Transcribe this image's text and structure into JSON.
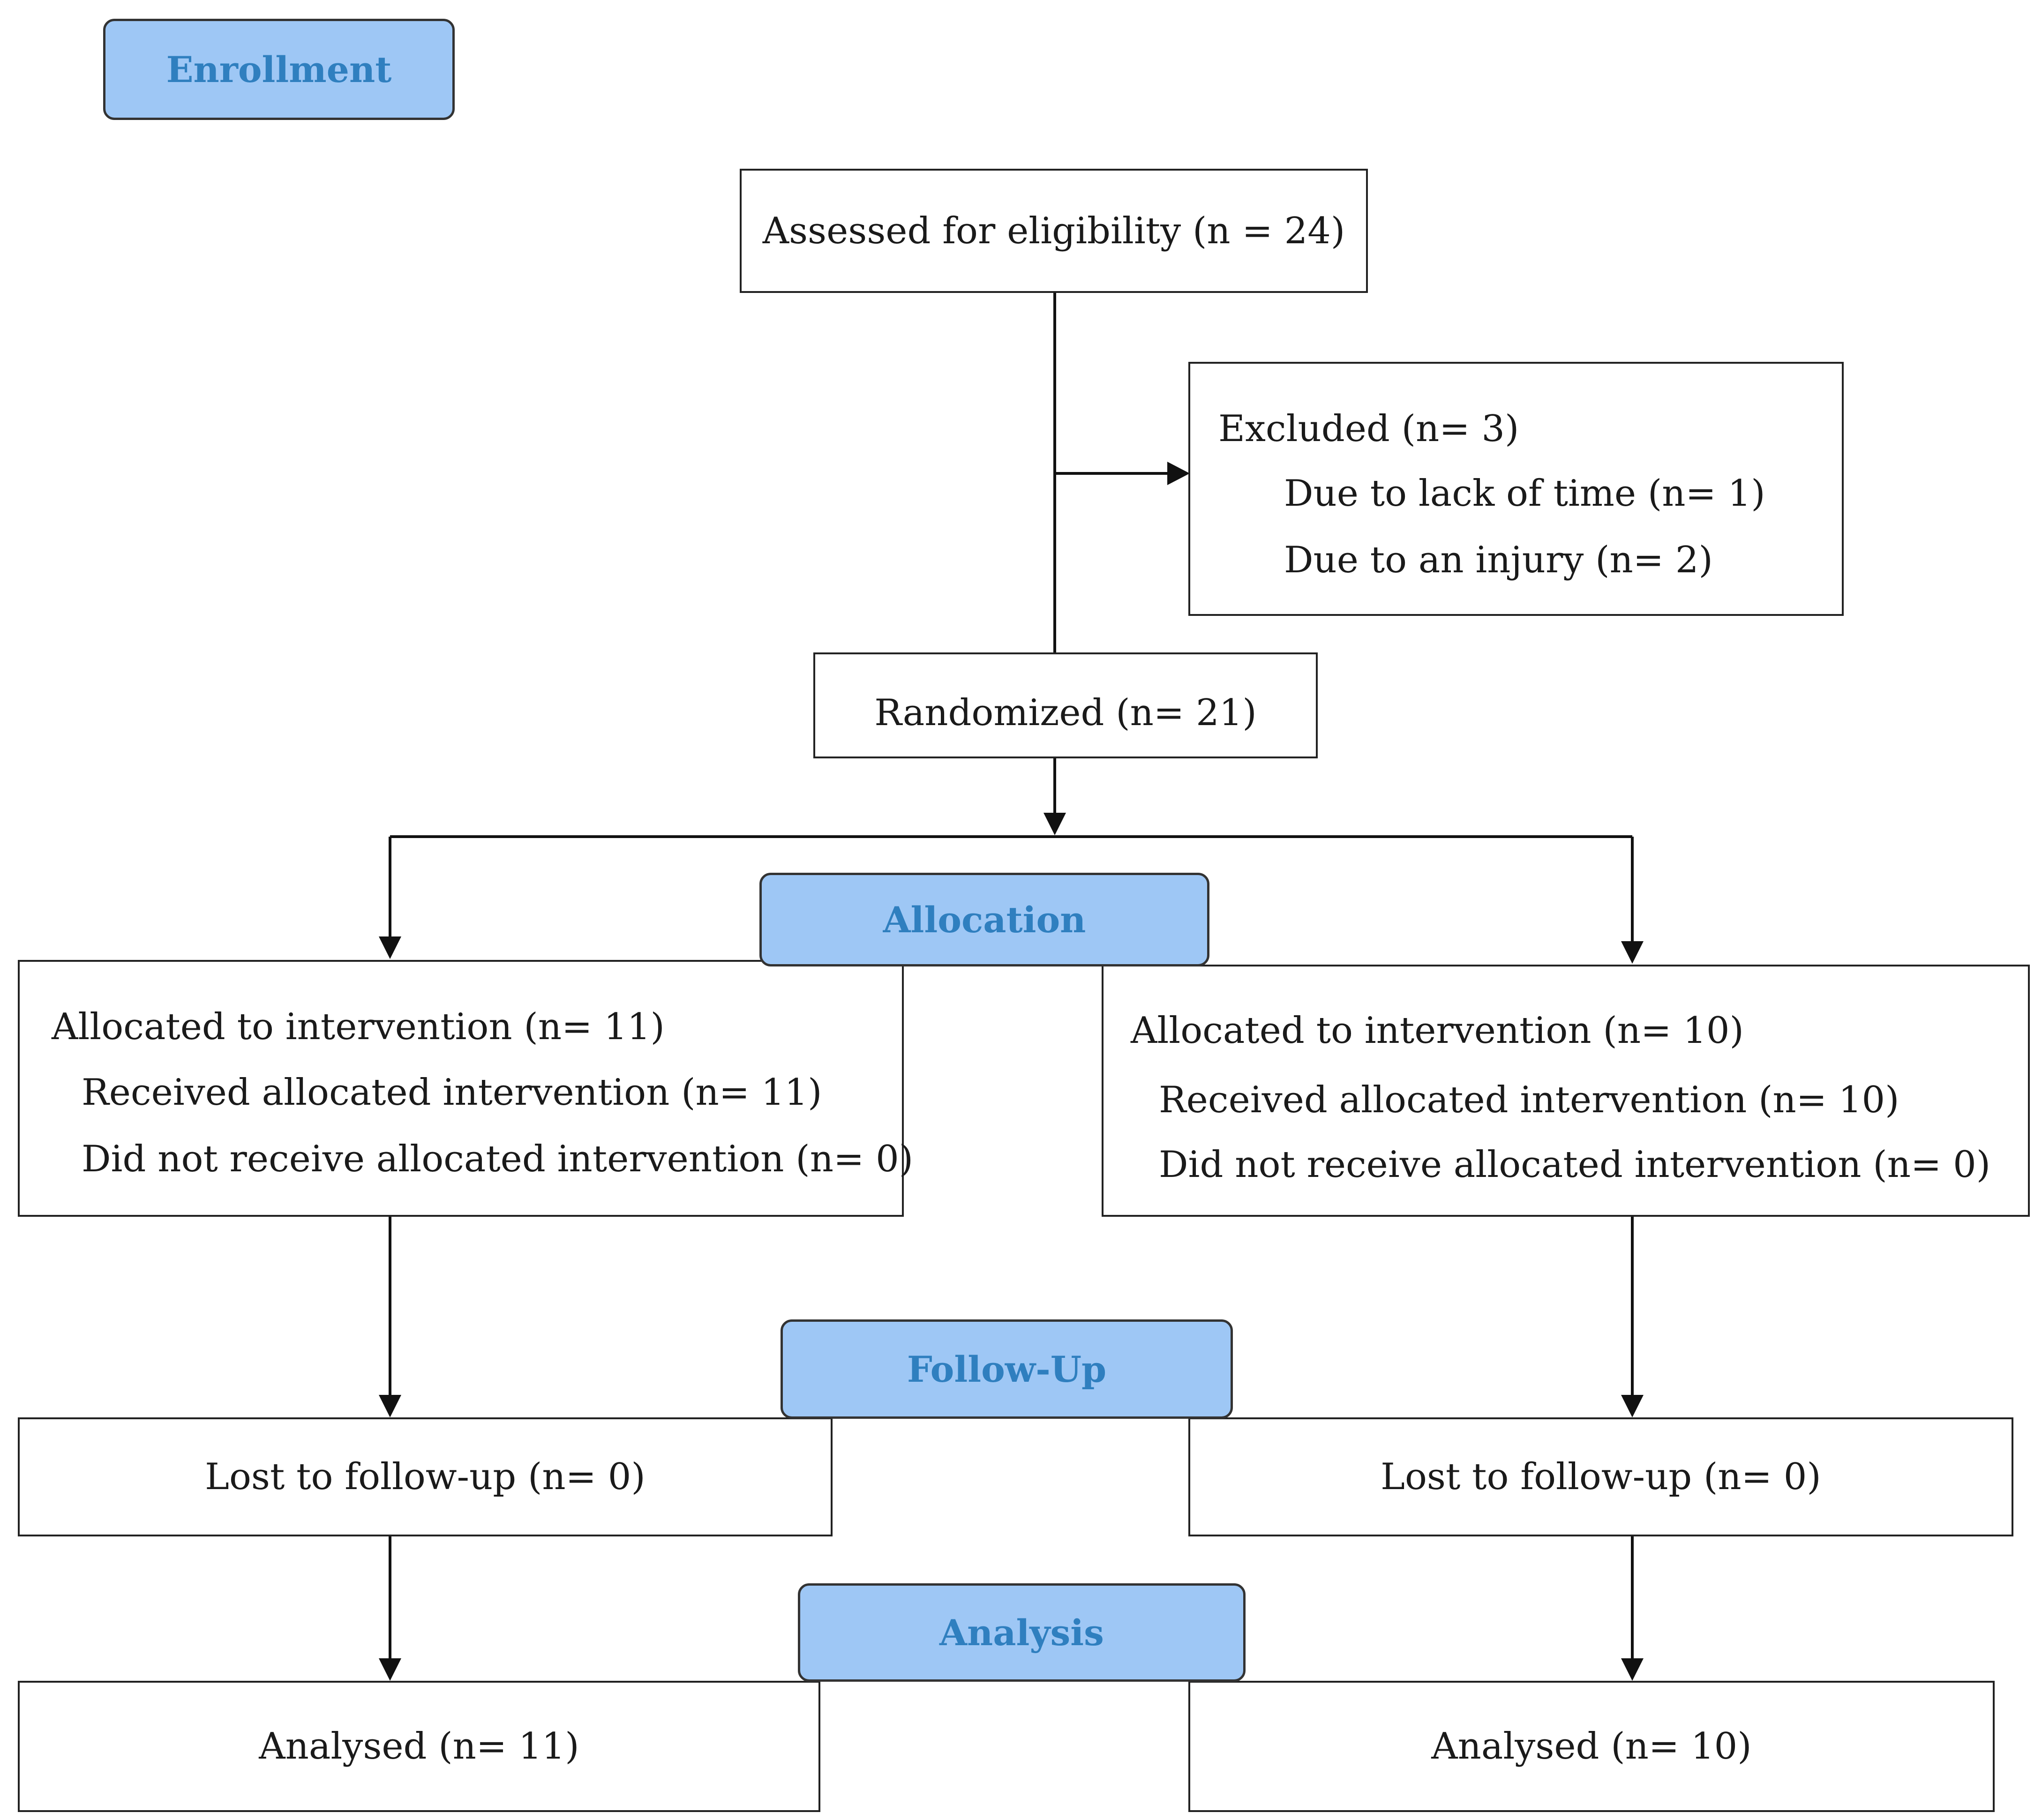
{
  "stages": {
    "enrollment": "Enrollment",
    "allocation": "Allocation",
    "follow_up": "Follow-Up",
    "analysis": "Analysis"
  },
  "enrollment": {
    "assessed": "Assessed for eligibility (n = 24)",
    "excluded": {
      "title": "Excluded (n= 3)",
      "reasons": [
        "Due to lack of time (n= 1)",
        "Due to an injury (n= 2)"
      ]
    },
    "randomized": "Randomized (n= 21)"
  },
  "allocation": {
    "left": {
      "allocated": "Allocated to intervention (n= 11)",
      "received": "Received allocated intervention (n= 11)",
      "not_received": "Did not receive allocated intervention (n= 0)"
    },
    "right": {
      "allocated": "Allocated to intervention (n= 10)",
      "received": "Received allocated intervention (n= 10)",
      "not_received": "Did not receive allocated intervention (n= 0)"
    }
  },
  "follow_up": {
    "left": "Lost to follow-up (n= 0)",
    "right": "Lost to follow-up (n= 0)"
  },
  "analysis": {
    "left": "Analysed (n= 11)",
    "right": "Analysed (n= 10)"
  },
  "colors": {
    "stage_fill": "#9ec7f5",
    "stage_text": "#2f7fbf",
    "line": "#111111"
  }
}
